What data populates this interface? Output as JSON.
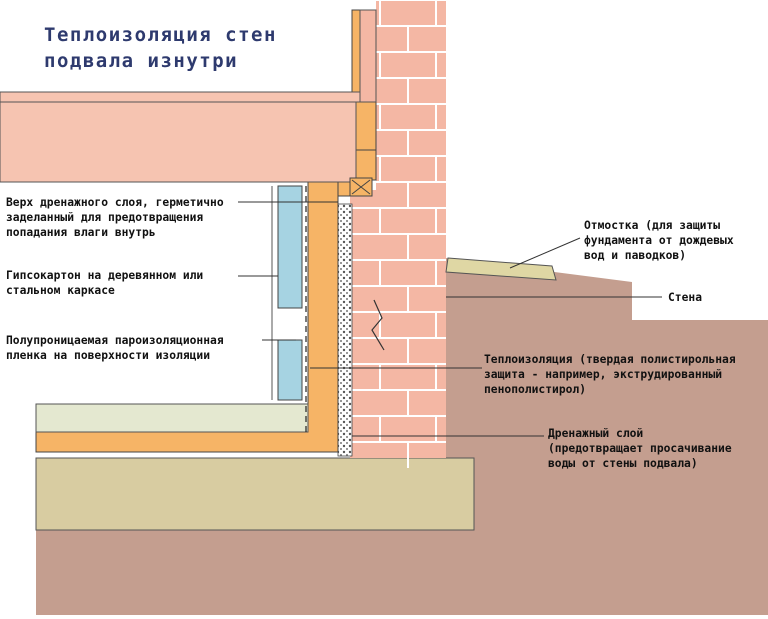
{
  "title": {
    "line1": "Теплоизоляция стен",
    "line2": "подвала изнутри"
  },
  "labels": {
    "drain_top": [
      "Верх дренажного слоя, герметично",
      "заделанный для предотвращения",
      "попадания влаги внутрь"
    ],
    "drywall": [
      "Гипсокартон на деревянном или",
      "стальном каркасе"
    ],
    "vapor_film": [
      "Полупроницаемая пароизоляционная",
      "пленка на поверхности изоляции"
    ],
    "blind_area": [
      "Отмостка (для защиты",
      "фундамента от дождевых",
      "вод и паводков)"
    ],
    "wall": [
      "Стена"
    ],
    "insulation": [
      "Теплоизоляция (твердая полистирольная",
      "защита - например, экструдированный",
      "пенополистирол)"
    ],
    "drainage": [
      "Дренажный слой",
      "(предотвращает просачивание",
      "воды от стены подвала)"
    ]
  },
  "colors": {
    "title": "#2e3a6e",
    "brick": "#f4b7a4",
    "mortar": "#ffffff",
    "insulation": "#f6b466",
    "beam": "#f6c4b1",
    "drywall": "#a6d3e2",
    "soil": "#c49e8f",
    "slab": "#d8cca1",
    "blind_area": "#dfd7a4",
    "floor": "#e4e8d0"
  }
}
